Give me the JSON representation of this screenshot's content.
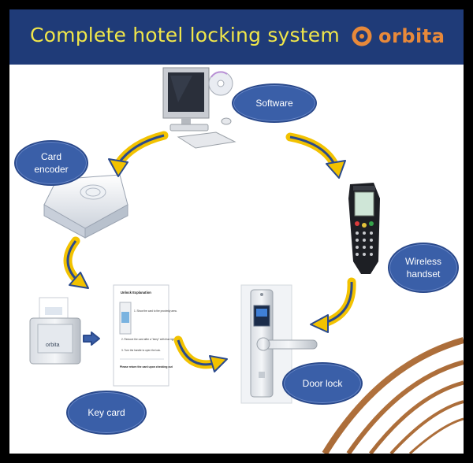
{
  "header": {
    "title": "Complete hotel locking system",
    "logo_text": "orbita"
  },
  "nodes": {
    "software": "Software",
    "card_encoder": "Card\nencoder",
    "wireless_handset": "Wireless\nhandset",
    "door_lock": "Door lock",
    "key_card": "Key card"
  },
  "card_sheet": {
    "heading": "Unlock Explanation",
    "step1": "1. Show the card to the proximity area.",
    "step2": "2. Remove the card after a \"beep\" with blue lights on.",
    "step3": "3. Turn the handle to open the lock.",
    "footer": "Please return the card upon checking out"
  },
  "colors": {
    "header_bg": "#1f3b78",
    "title": "#f0e64a",
    "bubble": "#3a5fa8",
    "arrow_fill": "#f2c200",
    "arrow_stroke": "#2b4a8c",
    "logo": "#e8893a"
  },
  "icons": [
    "computer-icon",
    "cd-icon",
    "card-encoder-icon",
    "handset-icon",
    "door-lock-icon",
    "key-card-sheet-icon",
    "energy-switch-icon"
  ]
}
